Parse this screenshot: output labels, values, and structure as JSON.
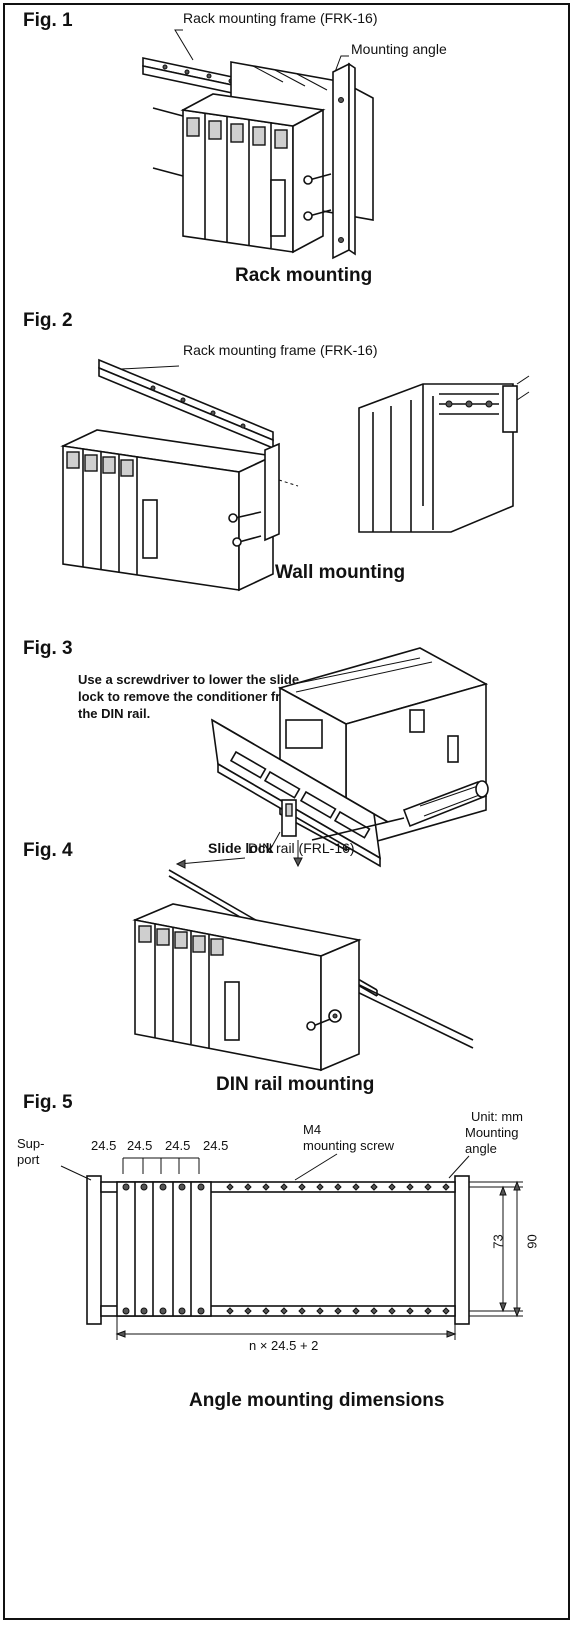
{
  "fig1": {
    "label": "Fig. 1",
    "frame_callout": "Rack mounting frame (FRK-16)",
    "angle_callout": "Mounting angle",
    "caption": "Rack mounting"
  },
  "fig2": {
    "label": "Fig. 2",
    "frame_callout": "Rack mounting frame (FRK-16)",
    "caption": "Wall mounting"
  },
  "fig3": {
    "label": "Fig. 3",
    "instruction_line1": "Use a screwdriver to lower the slide",
    "instruction_line2": "lock to remove the conditioner from",
    "instruction_line3": "the DIN rail.",
    "slide_lock_callout": "Slide lock"
  },
  "fig4": {
    "label": "Fig. 4",
    "rail_callout": "DIN rail (FRL-16)",
    "caption": "DIN rail mounting"
  },
  "fig5": {
    "label": "Fig. 5",
    "unit": "Unit: mm",
    "support_line1": "Sup-",
    "support_line2": "port",
    "pitches": [
      "24.5",
      "24.5",
      "24.5",
      "24.5"
    ],
    "screw_line1": "M4",
    "screw_line2": "mounting screw",
    "angle_line1": "Mounting",
    "angle_line2": "angle",
    "dim_73": "73",
    "dim_90": "90",
    "length_formula": "n × 24.5 + 2",
    "caption": "Angle mounting dimensions"
  }
}
